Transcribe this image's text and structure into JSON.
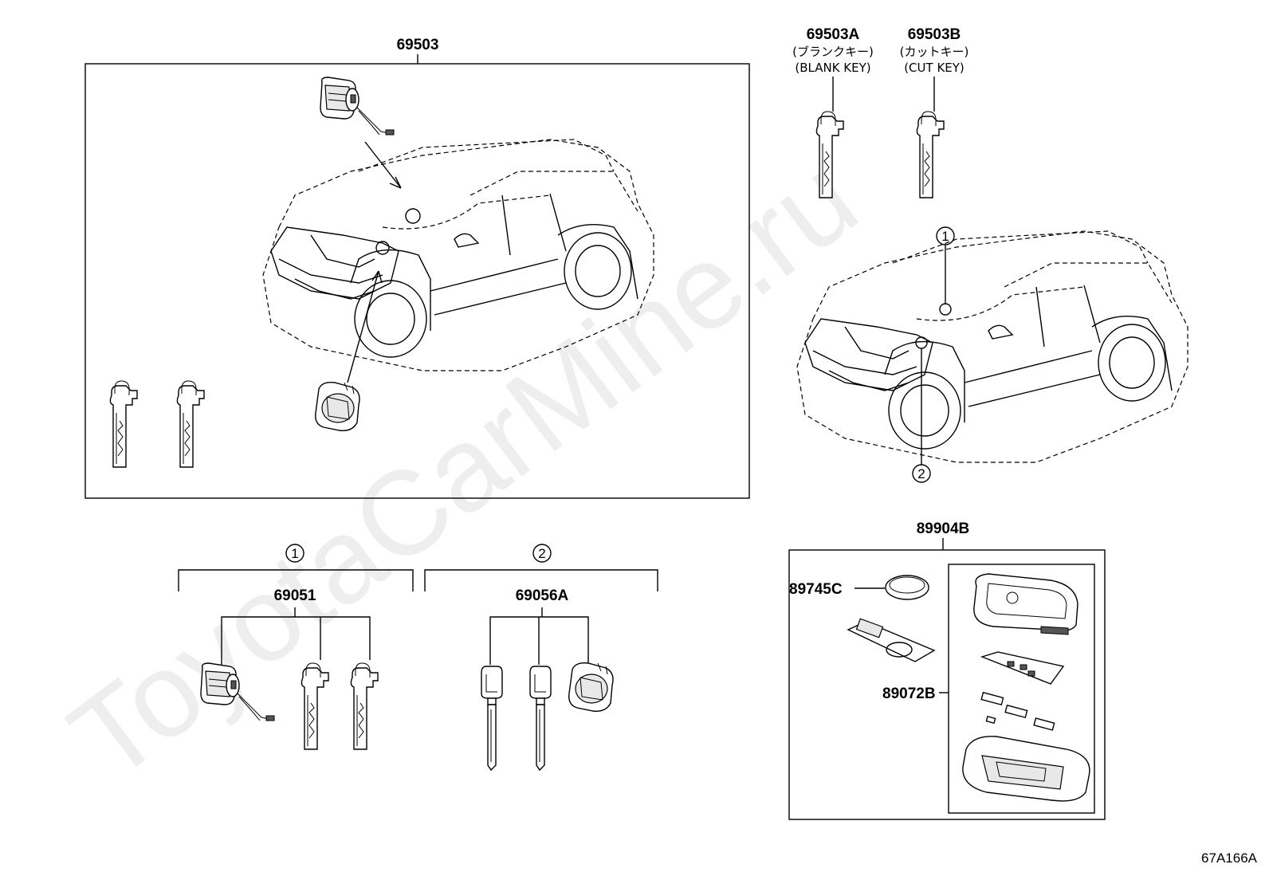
{
  "watermark": "ToyotaCarMine.ru",
  "figure_ref": "67A166A",
  "labels": {
    "assembly_main": "69503",
    "blank_key_part": "69503A",
    "blank_key_jp": "(ブランクキー)",
    "blank_key_en": "(BLANK KEY)",
    "cut_key_part": "69503B",
    "cut_key_jp": "(カットキー)",
    "cut_key_en": "(CUT KEY)",
    "set1_part": "69051",
    "set2_part": "69056A",
    "transmitter_assy": "89904B",
    "battery": "89745C",
    "transmitter_case": "89072B"
  },
  "callouts": {
    "one": "1",
    "two": "2"
  }
}
